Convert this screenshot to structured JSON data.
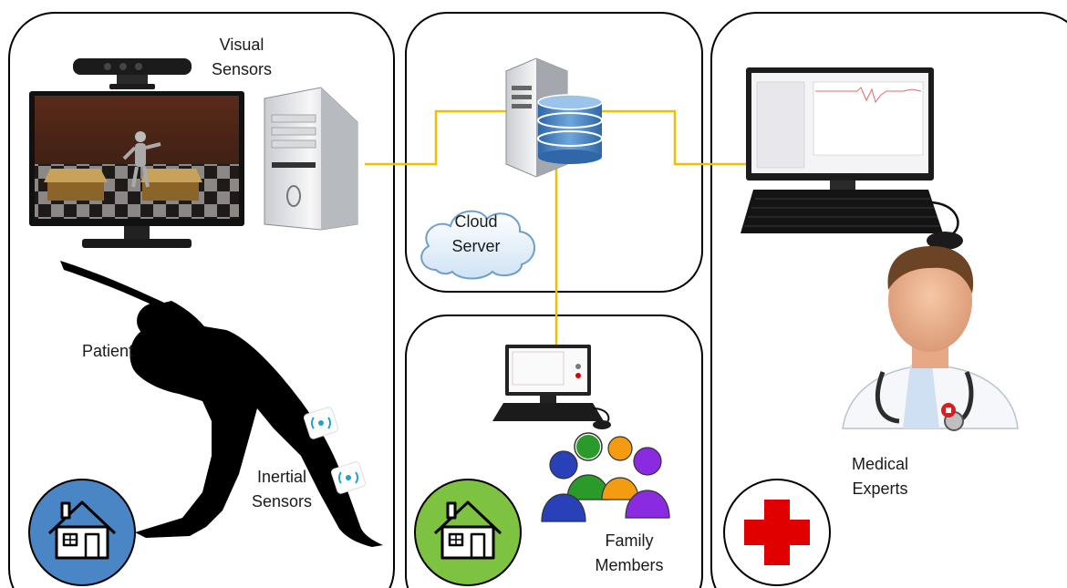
{
  "labels": {
    "visual_sensors": [
      "Visual",
      "Sensors"
    ],
    "patient": "Patient",
    "inertial_sensors": [
      "Inertial",
      "Sensors"
    ],
    "cloud_server": [
      "Cloud",
      "Server"
    ],
    "family_members": [
      "Family",
      "Members"
    ],
    "medical_experts": [
      "Medical",
      "Experts"
    ]
  },
  "icons": {
    "home_patient": "house-icon",
    "home_family": "house-icon",
    "hospital": "red-cross-icon"
  },
  "colors": {
    "connector": "#f0c000",
    "home_patient_circle": "#4a86c5",
    "home_family_circle": "#7dc240",
    "red_cross": "#e00000",
    "server_db": "#3f7cc0",
    "panel_border": "#000000"
  }
}
